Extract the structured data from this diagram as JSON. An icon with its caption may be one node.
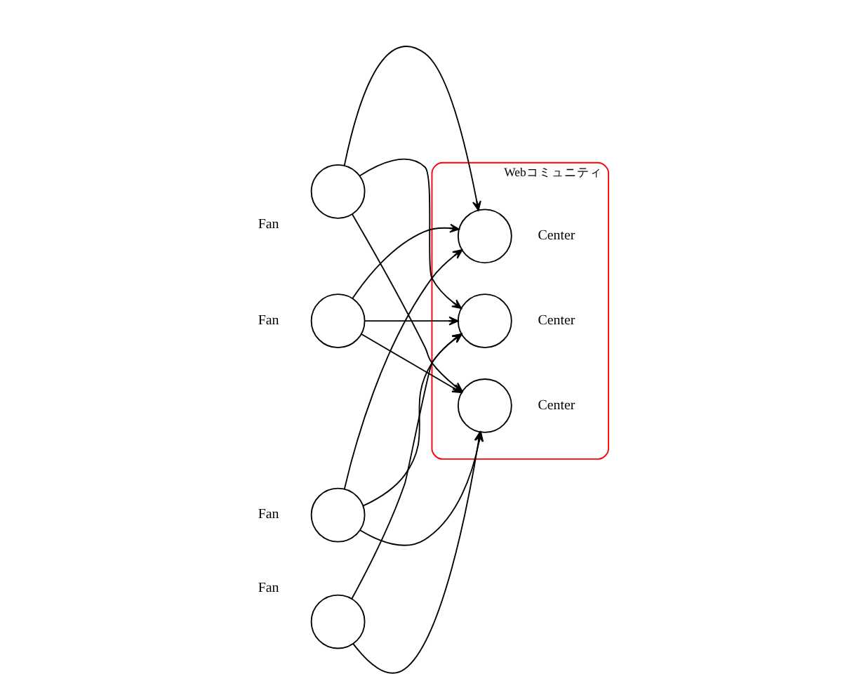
{
  "diagram": {
    "nodes": [
      {
        "text": [
          "Webコミュニティ"
        ]
      },
      {
        "text": [],
        "shape": "circle",
        "beside": [
          "Fan"
        ]
      },
      {
        "text": [],
        "shape": "circle",
        "beside": [
          "Fan"
        ]
      },
      {
        "text": [],
        "shape": "circle",
        "beside": [
          "Fan"
        ]
      },
      {
        "text": [],
        "shape": "circle",
        "beside": [
          "Fan"
        ]
      },
      {
        "text": [],
        "shape": "circle",
        "beside": [
          "Center"
        ],
        "in": 0
      },
      {
        "text": [],
        "shape": "circle",
        "beside": [
          "Center"
        ],
        "in": 0
      },
      {
        "text": [],
        "shape": "circle",
        "beside": [
          "Center"
        ],
        "in": 0
      }
    ],
    "edges": [
      {
        "from": 1,
        "to": 5,
        "arrow": "to"
      },
      {
        "from": 1,
        "to": 6,
        "arrow": "to"
      },
      {
        "from": 1,
        "to": 7,
        "arrow": "to"
      },
      {
        "from": 2,
        "to": 5,
        "arrow": "to"
      },
      {
        "from": 2,
        "to": 6,
        "arrow": "to"
      },
      {
        "from": 2,
        "to": 7,
        "arrow": "to"
      },
      {
        "from": 3,
        "to": 5,
        "arrow": "to"
      },
      {
        "from": 3,
        "to": 6,
        "arrow": "to"
      },
      {
        "from": 3,
        "to": 7,
        "arrow": "to"
      },
      {
        "from": 4,
        "to": 6,
        "arrow": "to"
      },
      {
        "from": 4,
        "to": 7,
        "arrow": "to"
      }
    ]
  }
}
